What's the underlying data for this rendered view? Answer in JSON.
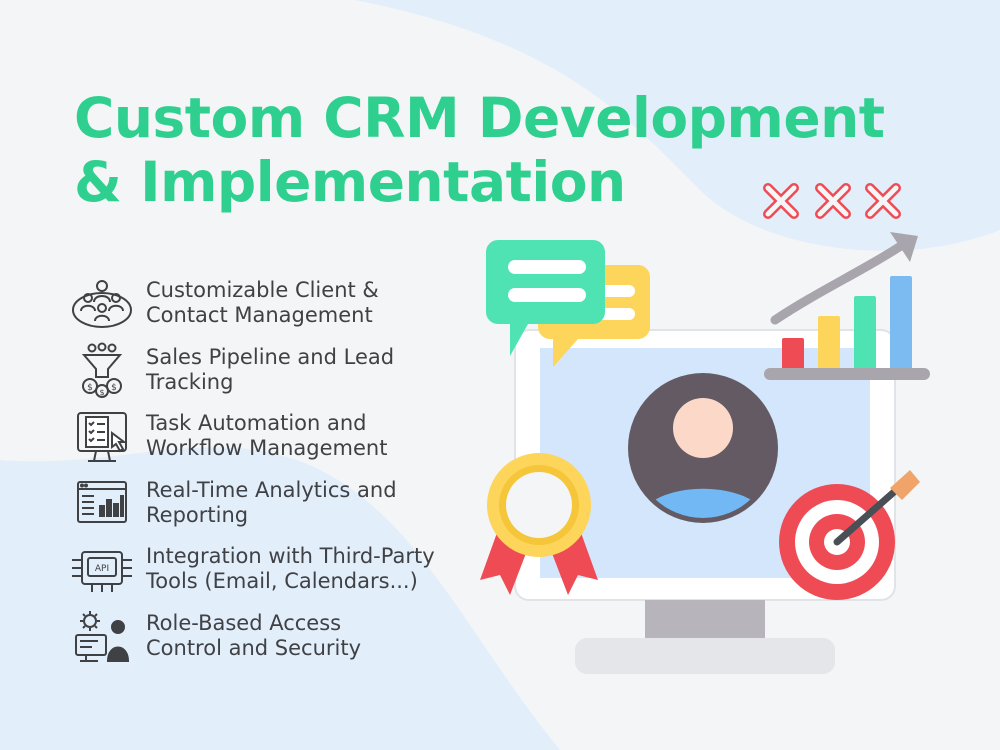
{
  "title": {
    "line1": "Custom CRM Development",
    "line2": "& Implementation"
  },
  "features": [
    {
      "line1": "Customizable Client &",
      "line2": "Contact Management",
      "icon": "team-meeting-icon"
    },
    {
      "line1": "Sales Pipeline and Lead",
      "line2": "Tracking",
      "icon": "sales-funnel-icon"
    },
    {
      "line1": "Task Automation and",
      "line2": "Workflow Management",
      "icon": "task-checklist-icon"
    },
    {
      "line1": "Real-Time Analytics and",
      "line2": "Reporting",
      "icon": "analytics-dashboard-icon"
    },
    {
      "line1": "Integration with Third-Party",
      "line2": "Tools (Email, Calendars...)",
      "icon": "api-integration-icon"
    },
    {
      "line1": "Role-Based Access",
      "line2": "Control and Security",
      "icon": "access-control-icon"
    }
  ],
  "colors": {
    "title": "#2fd08f",
    "text": "#3f4145",
    "background": "#f4f5f7",
    "blob": "#e3eefb"
  }
}
